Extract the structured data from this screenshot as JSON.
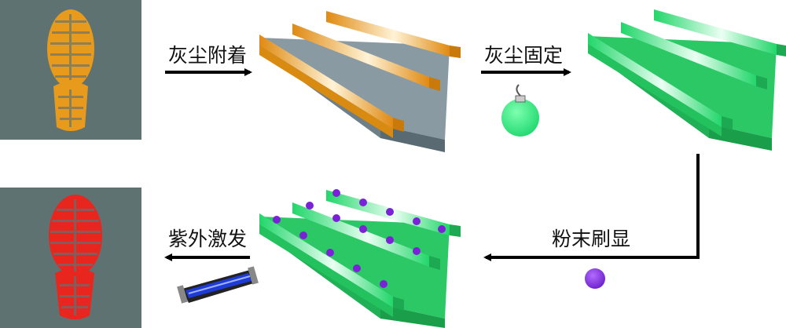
{
  "steps": {
    "dust_attach": "灰尘附着",
    "dust_fix": "灰尘固定",
    "powder_brush": "粉末刷显",
    "uv_excite": "紫外激发"
  },
  "colors": {
    "panel_gray": "#5f7272",
    "dust_orange": "#e89a1c",
    "fluorescent_green": "#2fe07a",
    "powder_purple": "#8a2be2",
    "print_red": "#e8261e",
    "uv_blue": "#1f3bd6"
  },
  "icons": [
    "shoeprint-orange",
    "grooved-substrate",
    "spray-bottle-icon",
    "powder-ball-icon",
    "uv-lamp-icon",
    "shoeprint-red"
  ]
}
